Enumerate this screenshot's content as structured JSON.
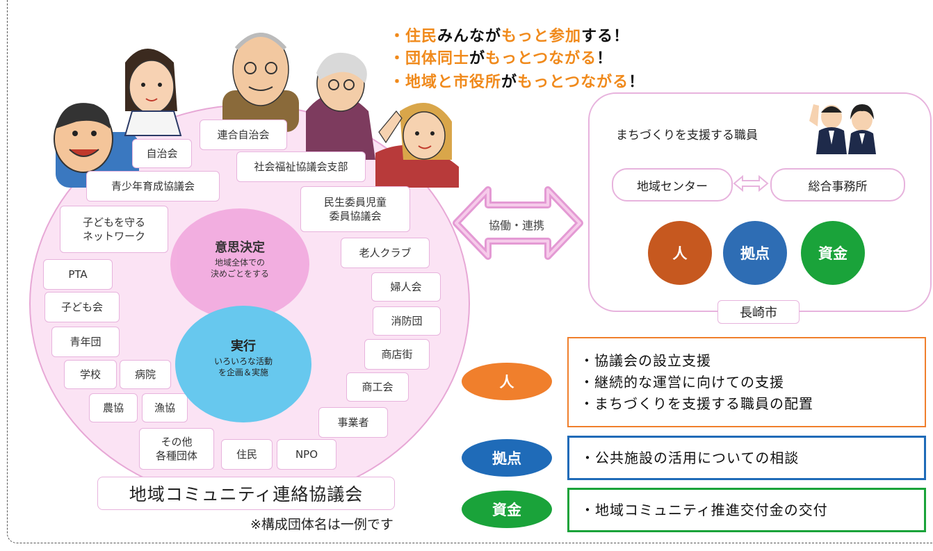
{
  "headline": [
    {
      "parts": [
        {
          "t": "・",
          "c": "o"
        },
        {
          "t": "住民",
          "c": "o"
        },
        {
          "t": "みんなが",
          "c": "k"
        },
        {
          "t": "もっと参加",
          "c": "o"
        },
        {
          "t": "する！",
          "c": "k"
        }
      ]
    },
    {
      "parts": [
        {
          "t": "・",
          "c": "o"
        },
        {
          "t": "団体同士",
          "c": "o"
        },
        {
          "t": "が",
          "c": "k"
        },
        {
          "t": "もっとつながる",
          "c": "o"
        },
        {
          "t": "！",
          "c": "k"
        }
      ]
    },
    {
      "parts": [
        {
          "t": "・",
          "c": "o"
        },
        {
          "t": "地域と市役所",
          "c": "o"
        },
        {
          "t": "が",
          "c": "k"
        },
        {
          "t": "もっとつながる",
          "c": "o"
        },
        {
          "t": "！",
          "c": "k"
        }
      ]
    }
  ],
  "council": {
    "orgs": {
      "rengo": "連合自治会",
      "jichikai": "自治会",
      "shakyo": "社会福祉協議会支部",
      "seishonen": "青少年育成協議会",
      "minsei": "民生委員児童\n委員協議会",
      "kodomo_net": "子どもを守る\nネットワーク",
      "rojin": "老人クラブ",
      "pta": "PTA",
      "fujin": "婦人会",
      "kodomokai": "子ども会",
      "shobodan": "消防団",
      "seinendan": "青年団",
      "shotengai": "商店街",
      "gakko": "学校",
      "byoin": "病院",
      "shokokai": "商工会",
      "nokyo": "農協",
      "gyokyo": "漁協",
      "jigyosha": "事業者",
      "sonota": "その他\n各種団体",
      "jumin": "住民",
      "npo": "NPO"
    },
    "decision_title": "意思決定",
    "decision_text": "地域全体での\n決めごとをする",
    "execute_title": "実行",
    "execute_text": "いろいろな活動\nを企画＆実施",
    "label": "地域コミュニティ連絡協議会",
    "note": "※構成団体名は一例です"
  },
  "arrow_label": "協働・連携",
  "city": {
    "staff_title": "まちづくりを支援する職員",
    "center": "地域センター",
    "office": "総合事務所",
    "resources": [
      "人",
      "拠点",
      "資金"
    ],
    "label": "長崎市"
  },
  "support": [
    {
      "label": "人",
      "color": "#f07f2c",
      "lines": [
        "・協議会の設立支援",
        "・継続的な運営に向けての支援",
        "・まちづくりを支援する職員の配置"
      ]
    },
    {
      "label": "拠点",
      "color": "#1f6bb8",
      "lines": [
        "・公共施設の活用についての相談"
      ]
    },
    {
      "label": "資金",
      "color": "#1aa33a",
      "lines": [
        "・地域コミュニティ推進交付金の交付"
      ]
    }
  ],
  "colors": {
    "orange": "#f07f2c",
    "blue": "#1f6bb8",
    "green": "#1aa33a",
    "pink_fill": "#fbe3f4",
    "pink_border": "#e7a8d6"
  }
}
